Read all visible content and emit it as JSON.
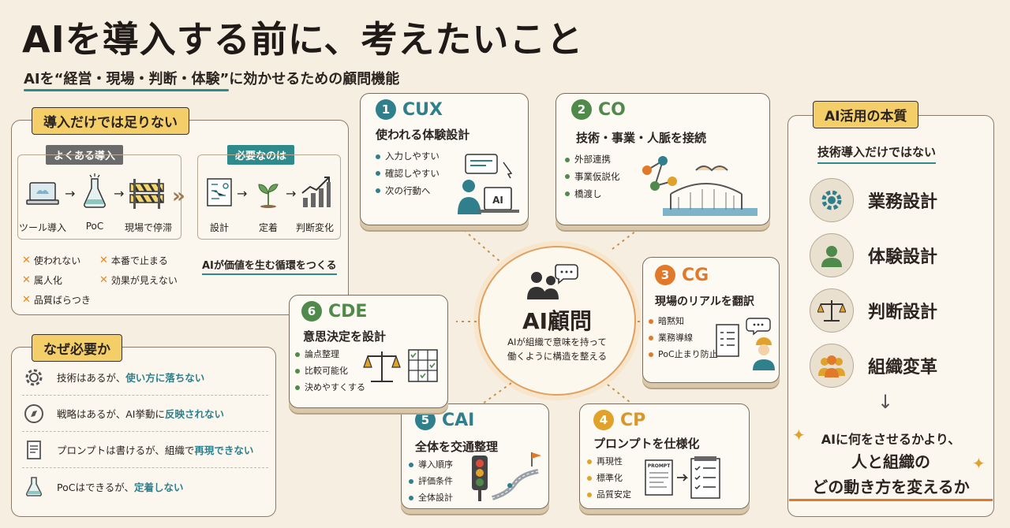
{
  "title": "AIを導入する前に、考えたいこと",
  "subtitle": "AIを“経営・現場・判断・体験”に効かせるための顧問機能",
  "left_panel": {
    "tag": "導入だけでは足りない",
    "common_tag": "よくある導入",
    "common_steps": [
      "ツール導入",
      "PoC",
      "現場で停滞"
    ],
    "needed_tag": "必要なのは",
    "needed_steps": [
      "設計",
      "定着",
      "判断変化"
    ],
    "problems": [
      "使われない",
      "本番で止まる",
      "属人化",
      "効果が見えない",
      "品質ばらつき"
    ],
    "cycle_text": "AIが価値を生む循環をつくる"
  },
  "why_panel": {
    "tag": "なぜ必要か",
    "rows": [
      {
        "icon": "gear-icon",
        "prefix": "技術はあるが、",
        "highlight": "使い方に落ちない"
      },
      {
        "icon": "compass-icon",
        "prefix": "戦略はあるが、AI挙動に",
        "highlight": "反映されない"
      },
      {
        "icon": "document-icon",
        "prefix": "プロンプトは書けるが、組織で",
        "highlight": "再現できない"
      },
      {
        "icon": "flask-icon",
        "prefix": "PoCはできるが、",
        "highlight": "定着しない"
      }
    ]
  },
  "cards": {
    "cux": {
      "num": "1",
      "code": "CUX",
      "title": "使われる体験設計",
      "bullets": [
        "入力しやすい",
        "確認しやすい",
        "次の行動へ"
      ],
      "icon_text": "AI"
    },
    "co": {
      "num": "2",
      "code": "CO",
      "title": "技術・事業・人脈を接続",
      "bullets": [
        "外部連携",
        "事業仮説化",
        "橋渡し"
      ]
    },
    "cg": {
      "num": "3",
      "code": "CG",
      "title": "現場のリアルを翻訳",
      "bullets": [
        "暗黙知",
        "業務導線",
        "PoC止まり防止"
      ]
    },
    "cp": {
      "num": "4",
      "code": "CP",
      "title": "プロンプトを仕様化",
      "bullets": [
        "再現性",
        "標準化",
        "品質安定"
      ],
      "prompt_label": "PROMPT"
    },
    "cai": {
      "num": "5",
      "code": "CAI",
      "title": "全体を交通整理",
      "bullets": [
        "導入順序",
        "評価条件",
        "全体設計"
      ]
    },
    "cde": {
      "num": "6",
      "code": "CDE",
      "title": "意思決定を設計",
      "bullets": [
        "論点整理",
        "比較可能化",
        "決めやすくする"
      ]
    }
  },
  "center": {
    "title": "AI顧問",
    "desc_line1": "AIが組織で意味を持って",
    "desc_line2": "働くように構造を整える"
  },
  "essence": {
    "tag": "AI活用の本質",
    "subtitle": "技術導入だけではない",
    "items": [
      {
        "icon": "gear-icon",
        "label": "業務設計"
      },
      {
        "icon": "person-icon",
        "label": "体験設計"
      },
      {
        "icon": "scale-icon",
        "label": "判断設計"
      },
      {
        "icon": "group-icon",
        "label": "組織変革"
      }
    ],
    "conclusion_line1": "AIに何をさせるかより、",
    "conclusion_line2": "人と組織の",
    "conclusion_line3": "どの動き方を変えるか"
  },
  "colors": {
    "teal": "#2f7f8d",
    "green": "#4f8a4a",
    "orange": "#e07a2a",
    "gold": "#e0a22a",
    "yellow": "#f4cf69"
  }
}
